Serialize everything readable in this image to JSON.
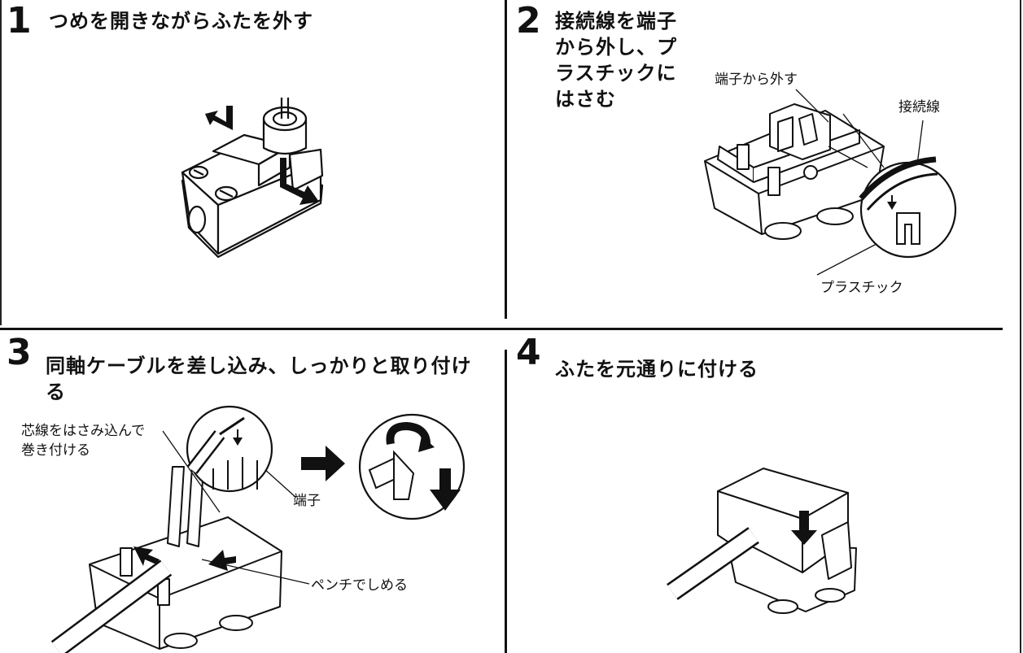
{
  "steps": [
    {
      "number": "1",
      "title": "つめを開きながらふたを外す"
    },
    {
      "number": "2",
      "title": "接続線を端子\nから外し、プ\nラスチックに\nはさむ",
      "labels": {
        "from_terminal": "端子から外す",
        "connecting_wire": "接続線",
        "plastic": "プラスチック"
      }
    },
    {
      "number": "3",
      "title": "同軸ケーブルを差し込み、しっかりと取り付け\nる",
      "labels": {
        "core_wire": "芯線をはさみ込んで\n巻き付ける",
        "terminal": "端子",
        "pliers": "ペンチでしめる"
      }
    },
    {
      "number": "4",
      "title": "ふたを元通りに付ける"
    }
  ]
}
